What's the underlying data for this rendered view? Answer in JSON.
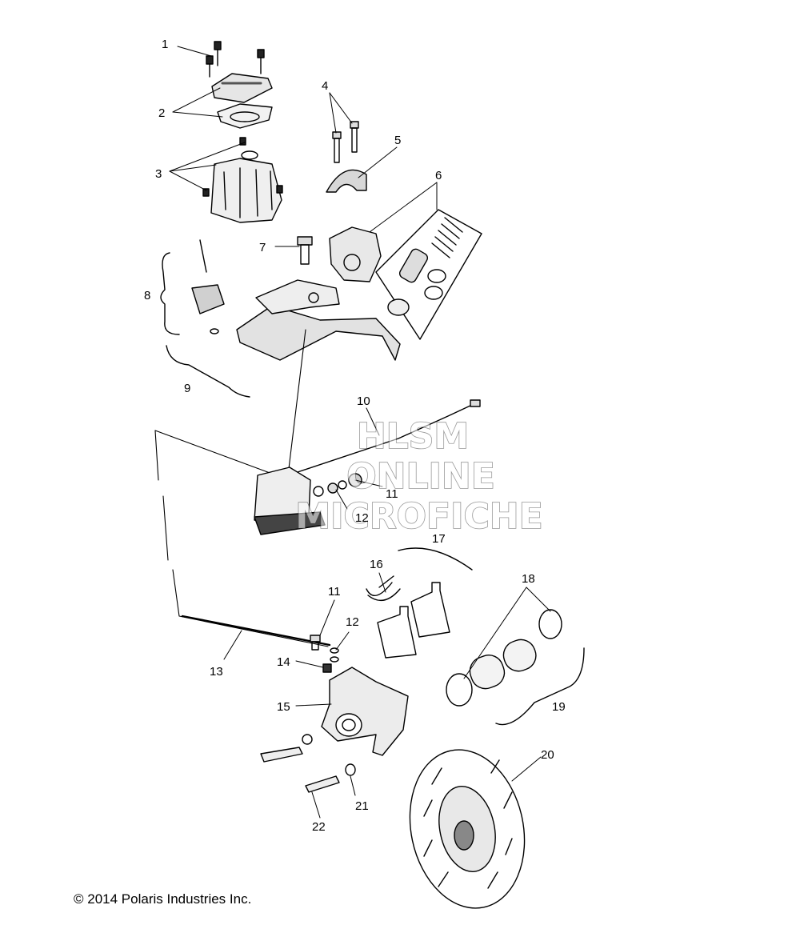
{
  "callouts": [
    "1",
    "2",
    "3",
    "4",
    "5",
    "6",
    "7",
    "8",
    "9",
    "10",
    "11",
    "12",
    "13",
    "14",
    "15",
    "16",
    "17",
    "18",
    "19",
    "20",
    "21",
    "22"
  ],
  "watermark": {
    "line1": "HLSM",
    "line2": "ONLINE",
    "line3": "MICROFICHE"
  },
  "copyright": "© 2014 Polaris Industries Inc."
}
